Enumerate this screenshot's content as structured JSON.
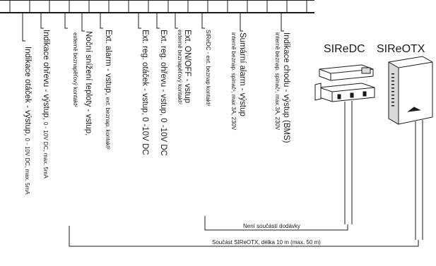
{
  "terminal_labels": [
    {
      "main": "Indikace otáček - výstup,",
      "sub": "0 - 10V DC, max. 5mA"
    },
    {
      "main": "Indikace ohřevu - výstup,",
      "sub": "0 - 10V DC, max. 5mA"
    },
    {
      "main": "",
      "sub": "externě beznapěťový kontakt²"
    },
    {
      "main": "Noční snížení teploty - vstup,",
      "sub": ""
    },
    {
      "main": "Ext. alarm - vstup,",
      "sub": "ext. beznap. kontakt²"
    },
    {
      "main": "Ext. reg. otáček - vstup, 0 -10V DC",
      "sub": ""
    },
    {
      "main": "Ext. reg. ohřevu - vstup, 0 -10V DC",
      "sub": ""
    },
    {
      "main": "",
      "sub": "externě beznapěťový kontakt²"
    },
    {
      "main": "Ext. ON/OFF - vstup",
      "sub": ""
    },
    {
      "main": "",
      "sub": "SIReDC - ext. beznap kontakt²"
    },
    {
      "main": "Sumární alarm - výstup",
      "sub": "interně beznap. spínač¹, max 3A, 230V"
    },
    {
      "main": "Indikace chodu - výstup (BMS)",
      "sub": "interně beznap. spínač¹, max 3A, 230V"
    }
  ],
  "devices": {
    "siredc_label": "SIReDC",
    "sireotx_label": "SIReOTX"
  },
  "notes": {
    "not_included": "Není součástí dodávky",
    "included": "Součást  SIReOTX, délka 10 m (max. 50 m)"
  },
  "colors": {
    "line": "#1a1a1a",
    "device_fill": "#ffffff",
    "device_shade": "#d9d9d9"
  }
}
